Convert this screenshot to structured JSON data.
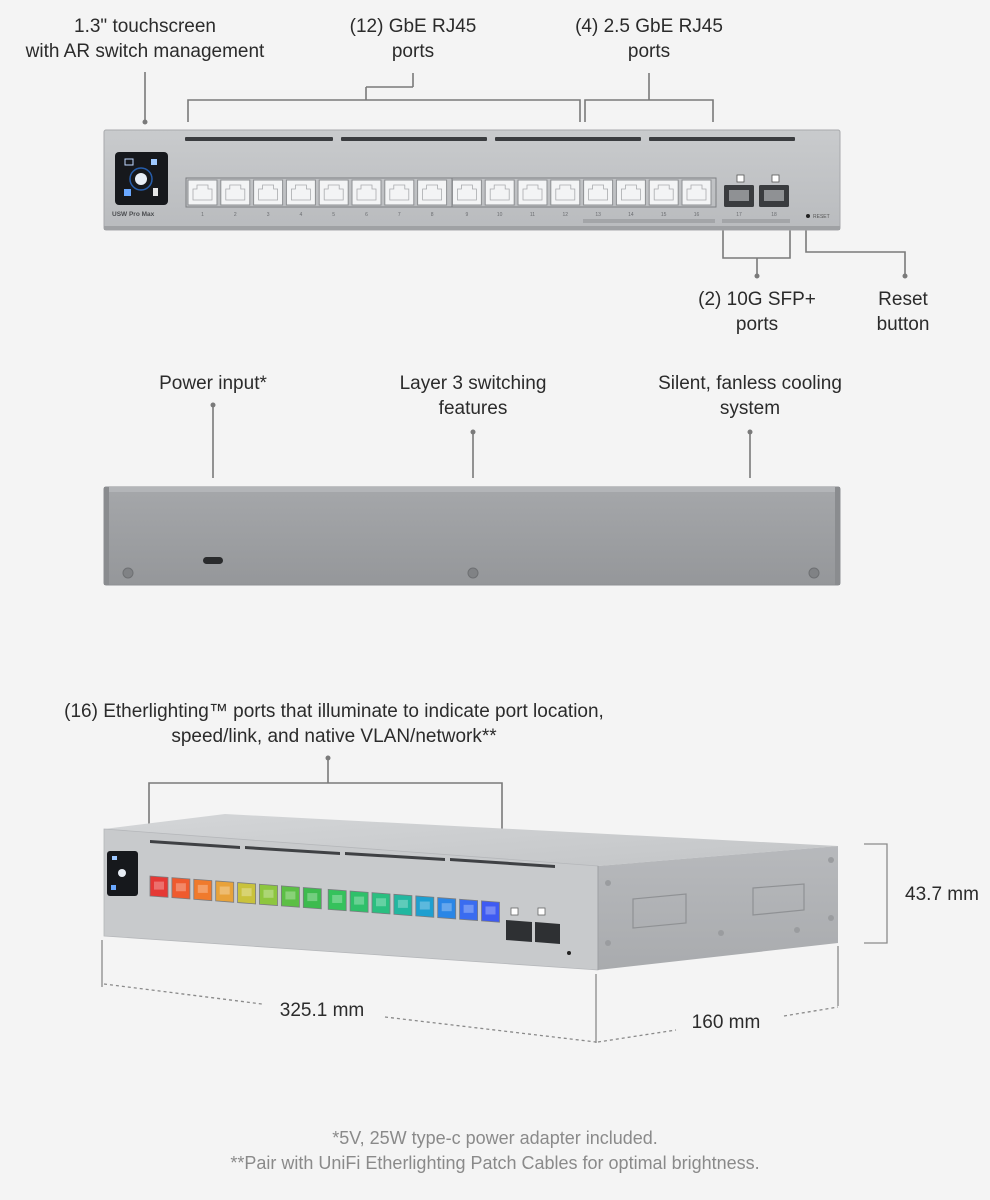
{
  "front_view": {
    "callouts": {
      "touchscreen": {
        "line1": "1.3\" touchscreen",
        "line2": "with AR switch management"
      },
      "gbe_ports": {
        "line1": "(12) GbE RJ45",
        "line2": "ports"
      },
      "multigig_ports": {
        "line1": "(4) 2.5 GbE RJ45",
        "line2": "ports"
      },
      "sfp_ports": {
        "line1": "(2) 10G SFP+",
        "line2": "ports"
      },
      "reset": {
        "line1": "Reset",
        "line2": "button"
      }
    },
    "model_label": "USW Pro Max",
    "reset_marking": "RESET",
    "port_numbers": [
      "1",
      "2",
      "3",
      "4",
      "5",
      "6",
      "7",
      "8",
      "9",
      "10",
      "11",
      "12",
      "13",
      "14",
      "15",
      "16"
    ],
    "sfp_numbers": [
      "17",
      "18"
    ]
  },
  "rear_view": {
    "callouts": {
      "power": {
        "line1": "Power input*"
      },
      "layer3": {
        "line1": "Layer 3 switching",
        "line2": "features"
      },
      "cooling": {
        "line1": "Silent, fanless cooling",
        "line2": "system"
      }
    }
  },
  "perspective_view": {
    "callouts": {
      "etherlighting": {
        "line1": "(16) Etherlighting™ ports that illuminate to indicate port location,",
        "line2": "speed/link, and native VLAN/network**"
      }
    },
    "dimensions": {
      "width": "325.1 mm",
      "depth": "160 mm",
      "height": "43.7 mm"
    },
    "port_colors": [
      "#e53935",
      "#ef5a2e",
      "#f07a2c",
      "#e8a23a",
      "#c9c23c",
      "#8dc63f",
      "#5cbf45",
      "#3dbb4e",
      "#35c25c",
      "#2fc06a",
      "#2abf80",
      "#22b7a0",
      "#1e9fd0",
      "#2a86e6",
      "#3a6cf0",
      "#3f5bf2"
    ]
  },
  "footnotes": {
    "line1": "*5V, 25W type-c power adapter included.",
    "line2": "**Pair with UniFi Etherlighting Patch Cables for optimal brightness."
  }
}
